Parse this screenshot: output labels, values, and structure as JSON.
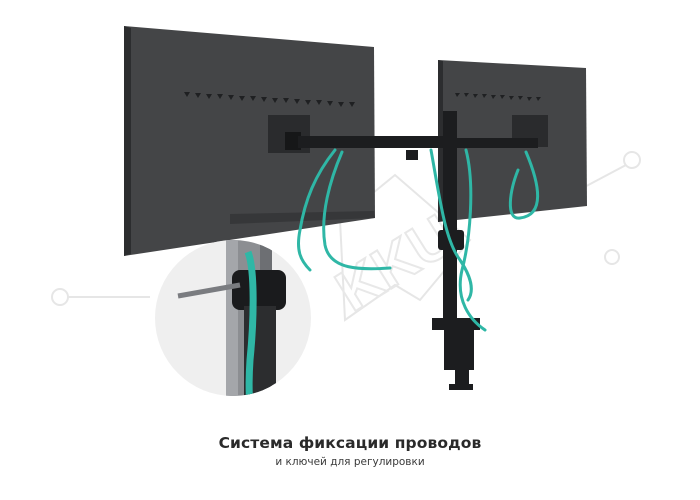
{
  "watermark": {
    "text": "KKU"
  },
  "caption": {
    "title": "Система фиксации проводов",
    "subtitle": "и ключей для регулировки"
  },
  "colors": {
    "monitor": "#434446",
    "cable": "#2fb7a6",
    "pole": "#1d1e20",
    "magnifier_bg": "#efefef",
    "watermark": "#e9e9e9"
  }
}
